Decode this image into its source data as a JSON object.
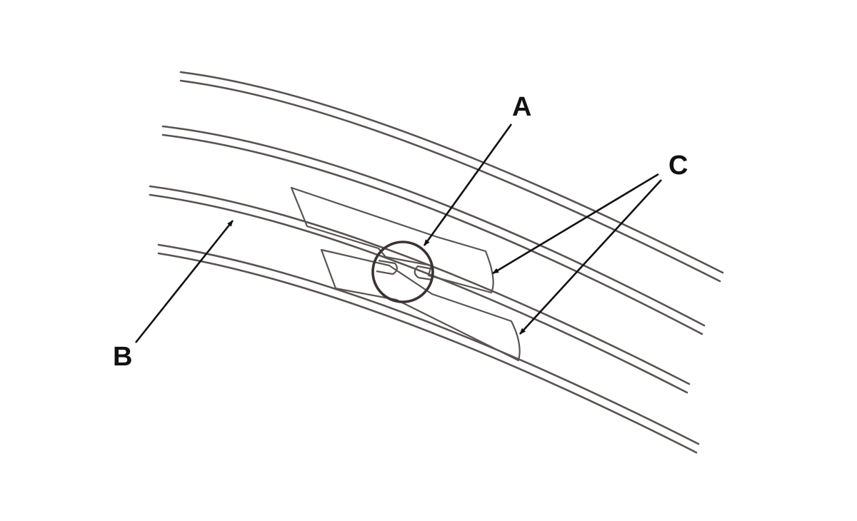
{
  "callouts": {
    "a": "A",
    "b": "B",
    "c": "C"
  },
  "colors": {
    "linework": "#5a5352",
    "leaders": "#111111",
    "background": "#ffffff"
  }
}
